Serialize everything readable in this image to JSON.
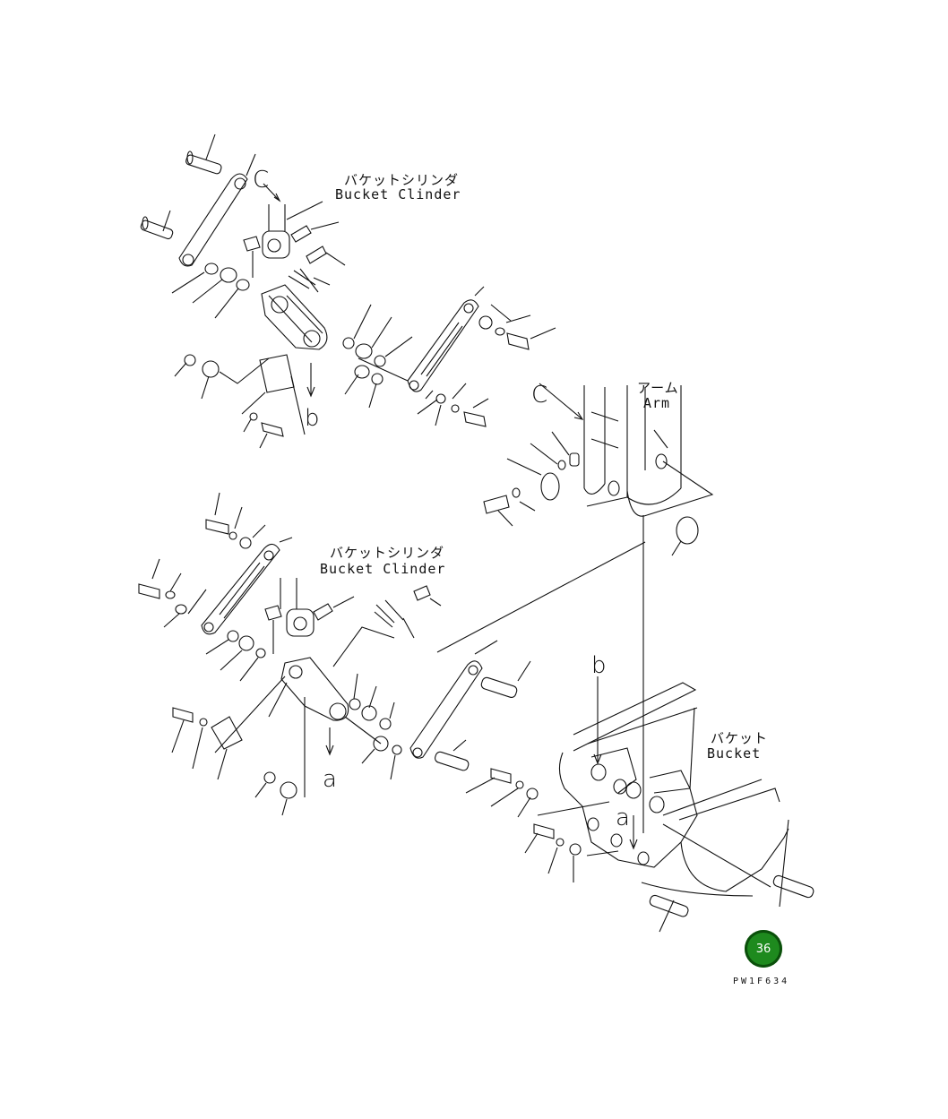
{
  "labels": {
    "bucket_cylinder_top_jp": "バケットシリンダ",
    "bucket_cylinder_top_en": "Bucket Clinder",
    "bucket_cylinder_bottom_jp": "バケットシリンダ",
    "bucket_cylinder_bottom_en": "Bucket Clinder",
    "arm_jp": "アーム",
    "arm_en": "Arm",
    "bucket_jp": "バケット",
    "bucket_en": "Bucket",
    "view_c_top": "C",
    "view_c_arm": "C",
    "ref_b_top": "b",
    "ref_b_bucket": "b",
    "ref_a_bottom": "a",
    "ref_a_bucket": "a"
  },
  "page_badge": "36",
  "drawing_code": "PW1F634",
  "colors": {
    "line": "#111111",
    "badge_fill": "#1e8a1e",
    "badge_ring": "#0b4f0b"
  }
}
